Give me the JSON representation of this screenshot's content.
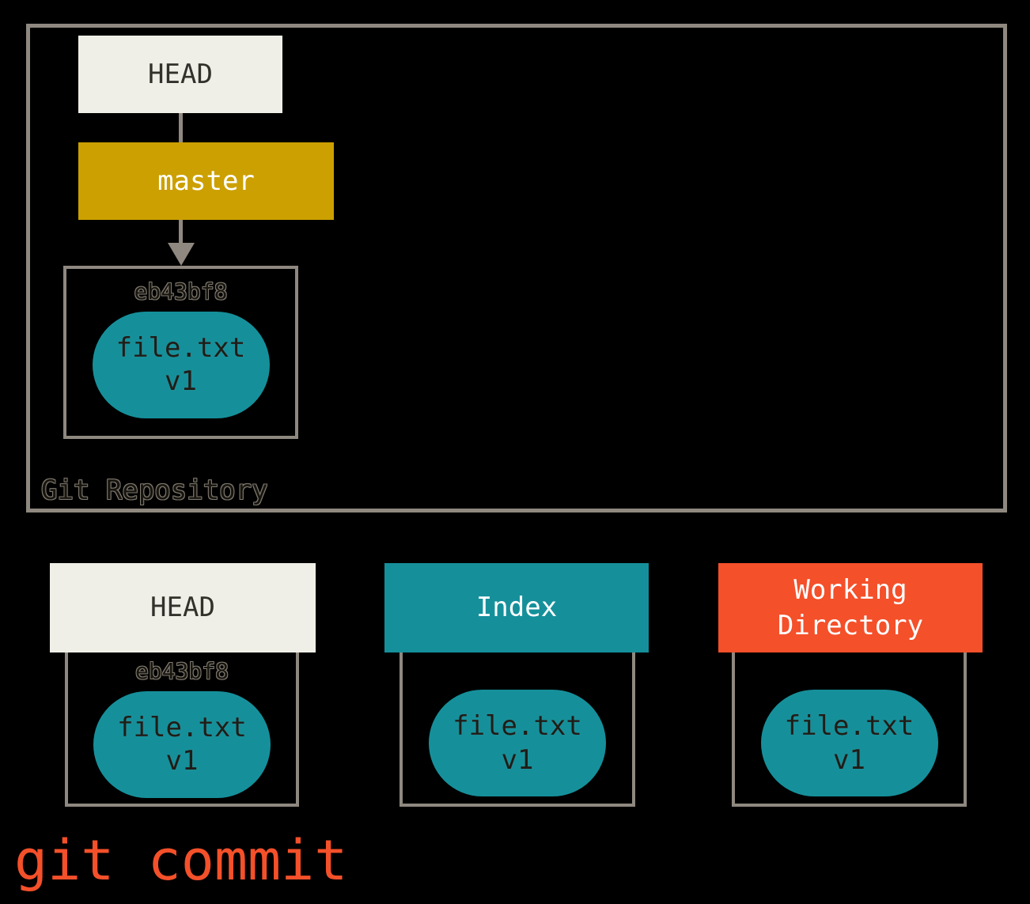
{
  "palette": {
    "background": "#000000",
    "cream": "#f0efe7",
    "gold": "#cca000",
    "teal": "#15909b",
    "red_orange": "#f4502a",
    "border_gray": "#8e8880",
    "dark_text": "#33312b",
    "white_text": "#ffffff"
  },
  "repository": {
    "label": "Git Repository",
    "head_label": "HEAD",
    "branch_label": "master",
    "commit": {
      "hash": "eb43bf8",
      "file_name": "file.txt",
      "file_version": "v1"
    },
    "edges": [
      {
        "from": "HEAD",
        "to": "master",
        "arrowhead": false
      },
      {
        "from": "master",
        "to": "eb43bf8",
        "arrowhead": true
      }
    ]
  },
  "areas": [
    {
      "title": "HEAD",
      "hash": "eb43bf8",
      "file_name": "file.txt",
      "file_version": "v1"
    },
    {
      "title": "Index",
      "file_name": "file.txt",
      "file_version": "v1"
    },
    {
      "title": "Working Directory",
      "file_name": "file.txt",
      "file_version": "v1"
    }
  ],
  "command": "git commit"
}
